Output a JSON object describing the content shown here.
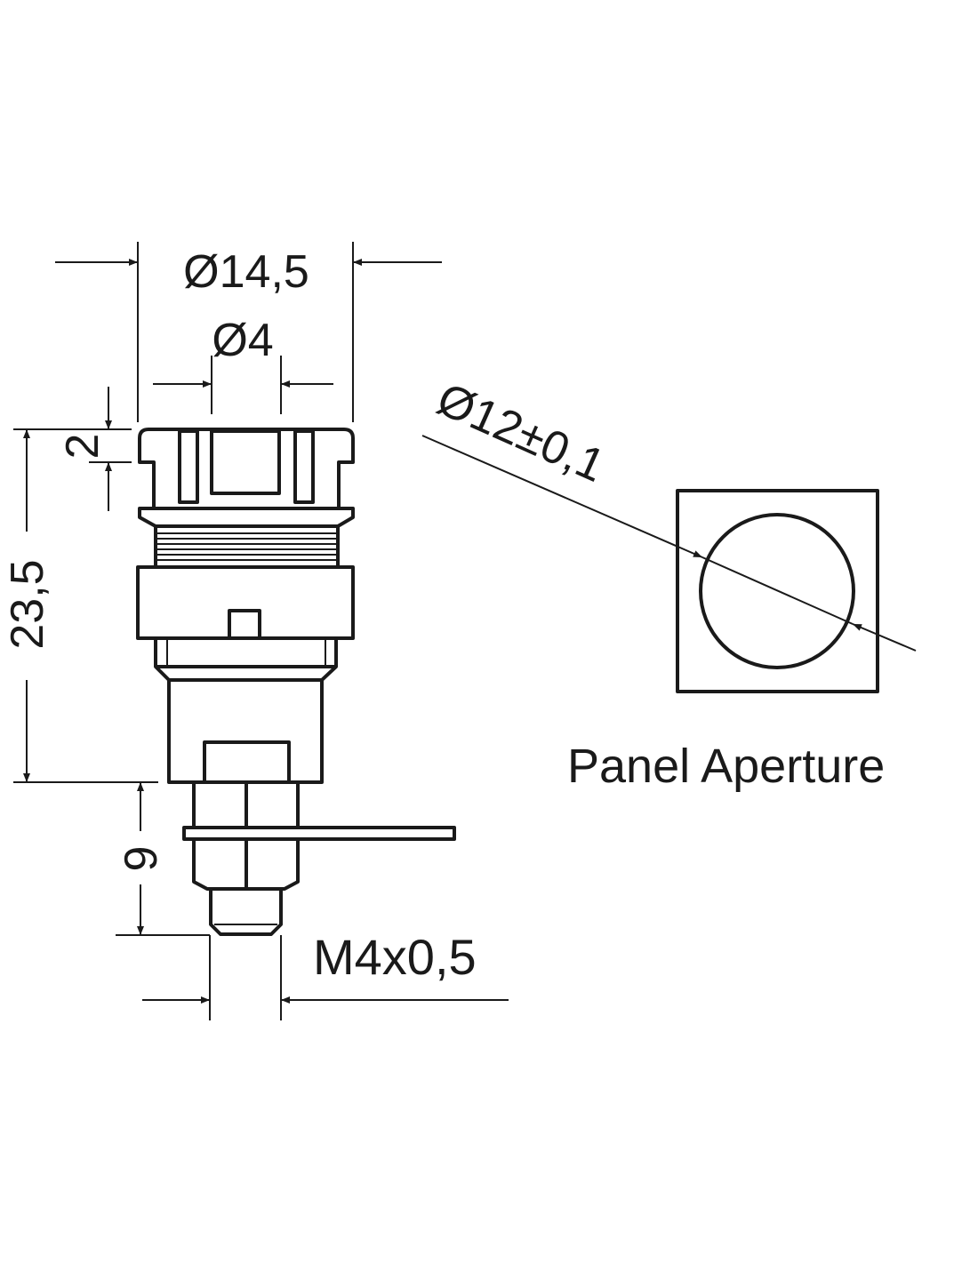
{
  "drawing": {
    "dimensions": {
      "outer_diameter": "Ø14,5",
      "socket_diameter": "Ø4",
      "head_height": "2",
      "body_height": "23,5",
      "stud_length": "9",
      "thread": "M4x0,5",
      "aperture_diameter": "Ø12±0,1"
    },
    "panel_aperture_label": "Panel Aperture",
    "line_color": "#1a1a1a"
  }
}
